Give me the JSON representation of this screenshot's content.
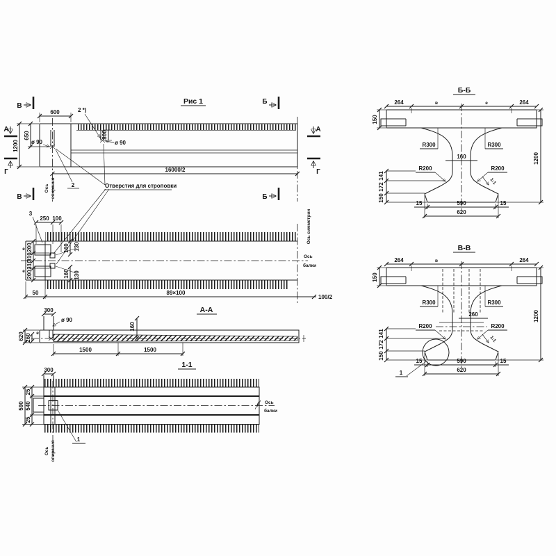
{
  "figure": {
    "title": "Рис 1"
  },
  "markers": {
    "v": "В",
    "b": "Б",
    "a": "А",
    "g": "Г"
  },
  "elevation": {
    "dim_600": "600",
    "dim_650": "650",
    "dim_1200": "1200",
    "dim_300": "300",
    "dia_90": "ø 90",
    "note_2_star": "2 *)",
    "callout_2": "2",
    "dim_half_length": "16000/2",
    "axis_support_1": "Ось",
    "axis_support_2": "опирания",
    "holes_note": "Отверстия для строповки"
  },
  "plan": {
    "callout_3": "3",
    "dim_250": "250",
    "dim_100": "100",
    "dim_200": "200",
    "dim_310": "310",
    "letter_e": "е",
    "dim_160": "160",
    "dim_130": "130",
    "dim_50": "50",
    "dim_spacing": "89×100",
    "dim_100_2": "100/2",
    "axis_symmetry": "Ось симметрии",
    "axis_beam_1": "Ось",
    "axis_beam_2": "балки"
  },
  "section_aa": {
    "title": "А-А",
    "dim_300": "300",
    "dia_90": "ø 90",
    "dim_620": "620",
    "dim_260": "260",
    "dim_160": "160",
    "letter_e": "е",
    "dim_1500": "1500"
  },
  "section_11": {
    "title": "1-1",
    "dim_300": "300",
    "dim_25": "25",
    "dim_540": "540",
    "dim_590": "590",
    "callout_1": "1",
    "axis_beam_1": "Ось",
    "axis_beam_2": "балки",
    "axis_support_1": "Ось",
    "axis_support_2": "опирания"
  },
  "section_bb": {
    "title": "Б-Б",
    "dim_264": "264",
    "letter_v": "в",
    "letter_e": "е",
    "dim_150_flange": "150",
    "r300": "R300",
    "dim_web": "160",
    "r200": "R200",
    "dim_141": "141",
    "dim_172": "172",
    "dim_150": "150",
    "dim_1200": "1200",
    "slope": "1:1",
    "dim_15": "15",
    "dim_590": "590",
    "dim_620": "620"
  },
  "section_vv": {
    "title": "В-В",
    "dim_264": "264",
    "letter_v": "в",
    "dim_150_flange": "150",
    "r300": "R300",
    "dim_web": "260",
    "r200": "R200",
    "dim_141": "141",
    "dim_172": "172",
    "dim_150": "150",
    "dim_1200": "1200",
    "slope": "1:1",
    "dim_15": "15",
    "dim_590": "590",
    "dim_620": "620",
    "callout_1": "1"
  }
}
